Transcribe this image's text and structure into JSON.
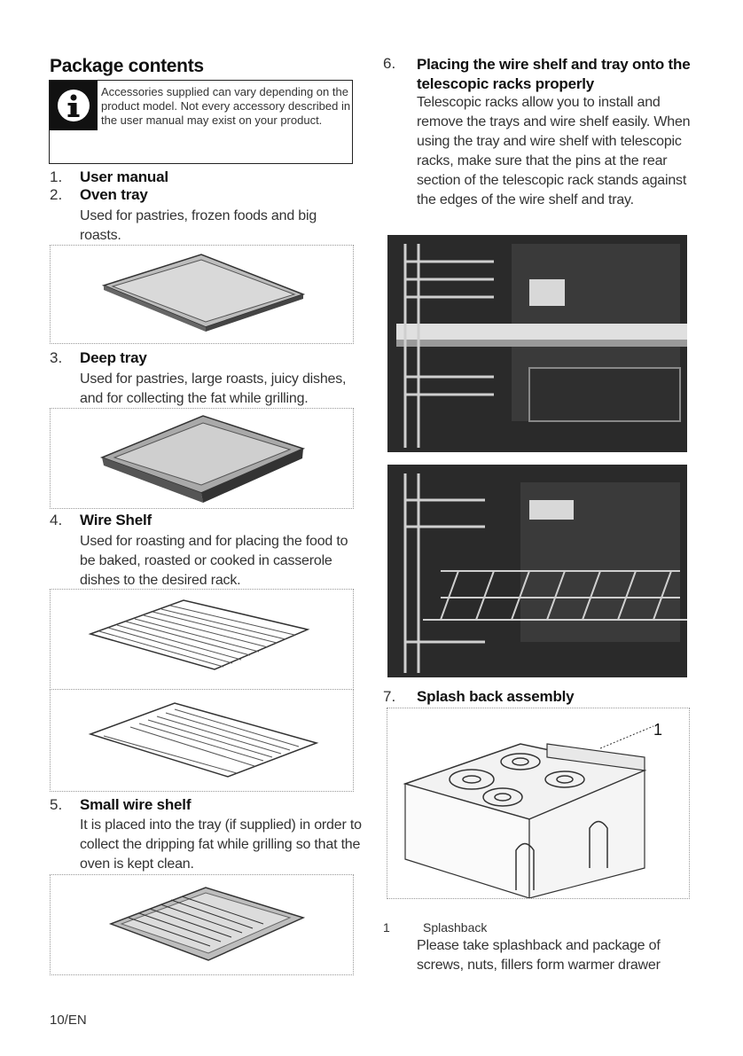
{
  "left": {
    "heading": "Package contents",
    "info_text": "Accessories supplied can vary depending on the product model. Not every accessory described in the user manual may exist on your product.",
    "items": [
      {
        "num": "1.",
        "title": "User manual",
        "desc": ""
      },
      {
        "num": "2.",
        "title": "Oven tray",
        "desc": "Used for pastries, frozen foods and big roasts."
      },
      {
        "num": "3.",
        "title": "Deep tray",
        "desc": "Used for pastries, large roasts, juicy dishes, and for collecting the fat while grilling."
      },
      {
        "num": "4.",
        "title": "Wire Shelf",
        "desc": "Used for roasting and for placing the food to be baked, roasted or cooked in casserole dishes to the desired rack."
      },
      {
        "num": "5.",
        "title": "Small wire shelf",
        "desc": "It is placed into the tray (if supplied) in order to collect the dripping fat while grilling so that the oven is kept clean."
      }
    ]
  },
  "right": {
    "item6": {
      "num": "6.",
      "title": "Placing the wire shelf and tray onto the telescopic racks properly",
      "desc": "Telescopic racks allow you to install and remove the trays and wire shelf easily. When using the tray and wire shelf with telescopic racks, make sure that the pins at the rear section of the telescopic rack stands against the edges of the wire shelf and tray."
    },
    "item7": {
      "num": "7.",
      "title": "Splash back assembly",
      "callout": "1"
    },
    "legend": {
      "num": "1",
      "label": "Splashback"
    },
    "final_text": "Please take splashback and package of screws, nuts, fillers form warmer drawer"
  },
  "footer": {
    "page": "10/EN"
  },
  "colors": {
    "text": "#333333",
    "heading": "#111111",
    "photo_dark": "#2b2b2b"
  },
  "icons": {
    "info": "info-icon"
  }
}
